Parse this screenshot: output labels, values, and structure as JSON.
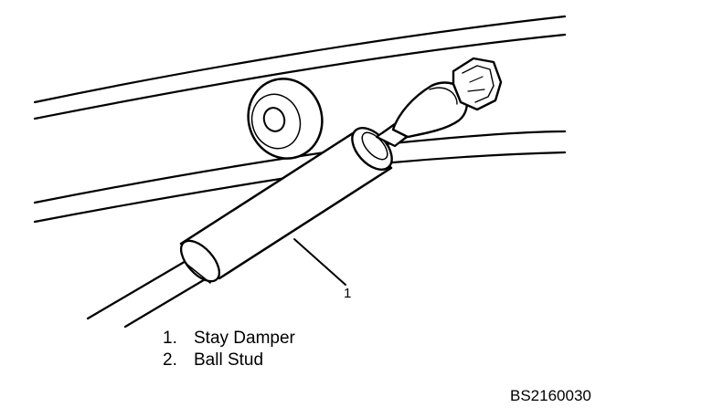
{
  "diagram": {
    "callout": "1",
    "legend": [
      {
        "number": "1.",
        "label": "Stay Damper"
      },
      {
        "number": "2.",
        "label": "Ball Stud"
      }
    ],
    "figure_code": "BS2160030"
  }
}
